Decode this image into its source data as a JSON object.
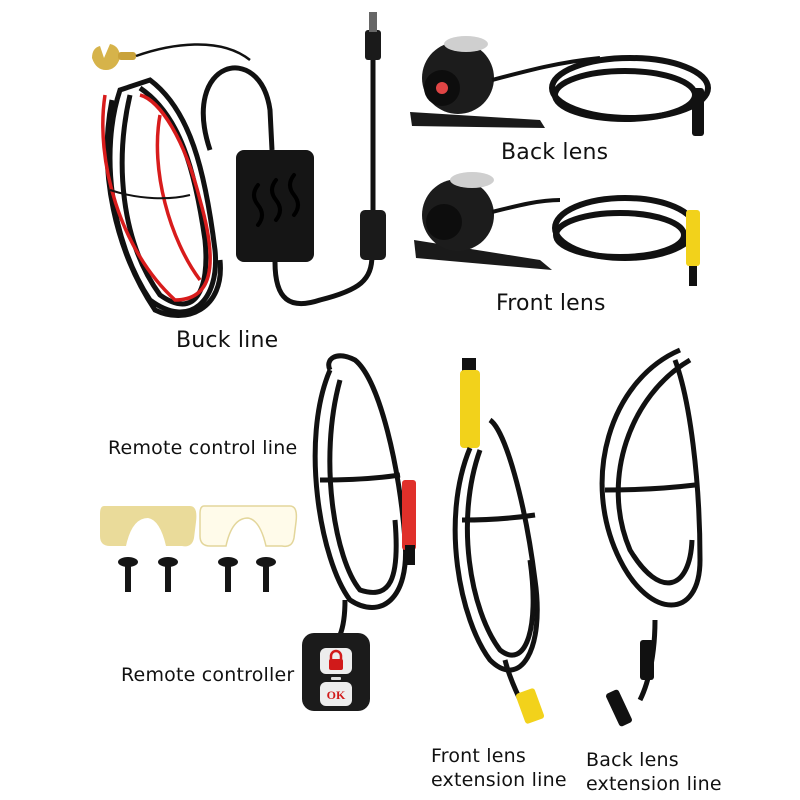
{
  "image": {
    "subject": "Dash camera accessory kit",
    "background": "#ffffff"
  },
  "labels": {
    "back_lens": "Back lens",
    "front_lens": "Front lens",
    "buck_line": "Buck line",
    "remote_control_line": "Remote control line",
    "remote_controller": "Remote controller",
    "front_lens_extension_line": "Front lens\nextension line",
    "back_lens_extension_line": "Back lens\nextension line"
  },
  "remote": {
    "button_top": "lock-icon",
    "button_bottom": "OK"
  },
  "colors": {
    "cable": "#111111",
    "red_wire": "#d81c1c",
    "yellow_connector": "#f2d21b",
    "red_connector": "#e0302a",
    "adhesive_pad": "#eadb9a",
    "remote_button": "#ededed",
    "remote_icon": "#d11a1a"
  }
}
